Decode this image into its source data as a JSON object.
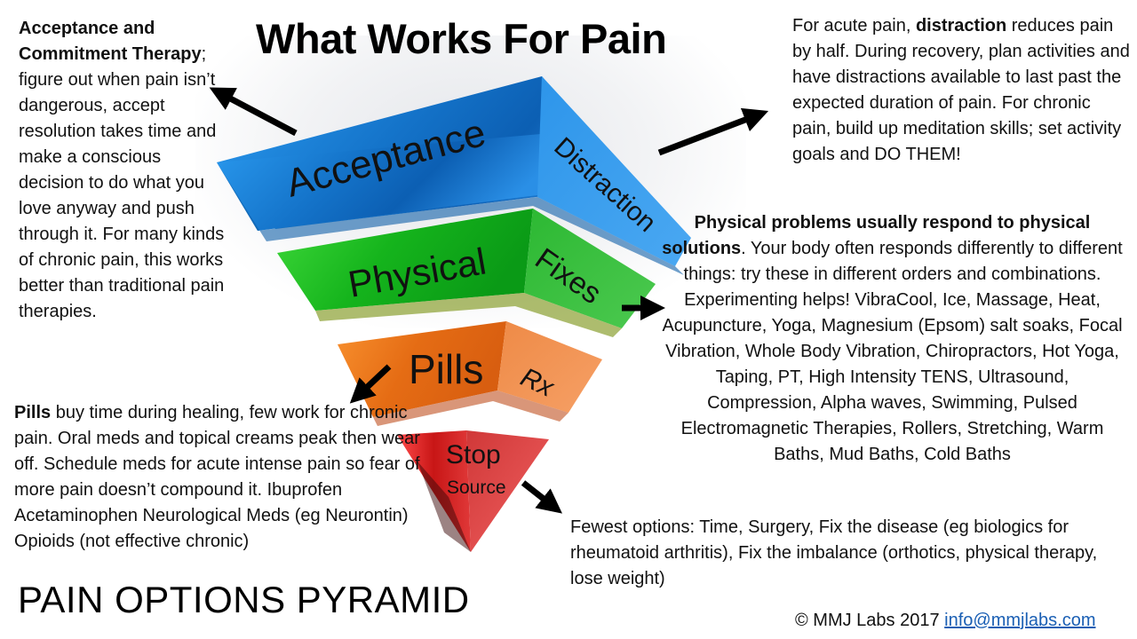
{
  "title": "What Works For Pain",
  "footer_title": "PAIN OPTIONS PYRAMID",
  "copyright": {
    "text": "© MMJ Labs 2017",
    "email": "info@mmjlabs.com"
  },
  "pyramid": {
    "tiers": [
      {
        "front_label": "Acceptance",
        "side_label": "Distraction",
        "color": "#1e8be0"
      },
      {
        "front_label": "Physical",
        "side_label": "Fixes",
        "color": "#22c32a"
      },
      {
        "front_label": "Pills",
        "side_label": "Rx",
        "color": "#f07a22"
      },
      {
        "front_label": "Stop",
        "side_label": "Source",
        "color": "#e02a2a"
      }
    ]
  },
  "descriptions": {
    "acceptance": {
      "bold": "Acceptance and Commitment Therapy",
      "rest": "; figure out when pain isn’t dangerous, accept resolution takes time and make a conscious decision to do what you love anyway and push through it. For many kinds of chronic pain, this works better than traditional pain therapies."
    },
    "distraction": {
      "pre": "For acute pain, ",
      "bold": "distraction",
      "rest": " reduces pain by half. During recovery, plan activities and have distractions available to last past the expected duration of pain. For chronic pain, build up meditation skills; set activity goals and DO THEM!"
    },
    "physical": {
      "bold": "Physical problems usually respond to physical solutions",
      "rest": ". Your body often responds differently to different things: try these in different orders and combinations. Experimenting helps! VibraCool, Ice, Massage, Heat, Acupuncture, Yoga, Magnesium (Epsom) salt soaks, Focal Vibration, Whole Body Vibration, Chiropractors, Hot Yoga, Taping, PT, High Intensity TENS, Ultrasound, Compression, Alpha waves, Swimming, Pulsed Electromagnetic Therapies, Rollers, Stretching, Warm Baths, Mud Baths, Cold Baths"
    },
    "pills": {
      "bold": "Pills",
      "rest": " buy time during healing, few work for chronic pain. Oral meds and topical creams peak then wear off. Schedule meds for acute intense pain so fear of more pain doesn’t compound it. Ibuprofen  Acetaminophen Neurological Meds (eg Neurontin) Opioids (not effective chronic)"
    },
    "stop_source": {
      "rest": "Fewest options: Time, Surgery, Fix the disease (eg biologics for rheumatoid arthritis), Fix the imbalance (orthotics, physical therapy, lose weight)"
    }
  }
}
